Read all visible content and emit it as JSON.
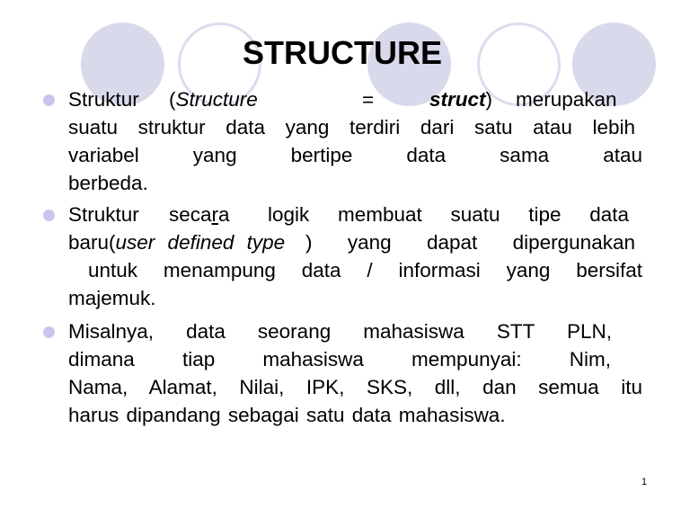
{
  "slide": {
    "title": "STRUCTURE",
    "page_number": "1",
    "colors": {
      "circle_fill": "#d9d9ec",
      "circle_outline": "#dcdced",
      "bullet": "#c6c6ef",
      "text": "#000000"
    },
    "bullets": [
      {
        "lines": [
          {
            "parts": [
              {
                "text": "Struktur (",
                "style": "normal"
              },
              {
                "text": "Structure",
                "style": "italic"
              },
              {
                "text": " = ",
                "style": "normal"
              },
              {
                "text": "struct",
                "style": "bold-italic"
              },
              {
                "text": ") merupakan",
                "style": "normal"
              }
            ]
          },
          {
            "text": "suatu struktur data yang terdiri dari satu atau lebih"
          },
          {
            "text": "variabel yang bertipe data sama atau"
          },
          {
            "text": "berbeda."
          }
        ]
      },
      {
        "lines": [
          {
            "parts": [
              {
                "text": "Struktur seca",
                "style": "normal"
              },
              {
                "text": "r",
                "style": "underline"
              },
              {
                "text": "a logik membuat suatu tipe data",
                "style": "normal"
              }
            ]
          },
          {
            "parts": [
              {
                "text": "baru(",
                "style": "normal"
              },
              {
                "text": "user defined type",
                "style": "italic"
              },
              {
                "text": ") yang dapat dipergunakan",
                "style": "normal"
              }
            ]
          },
          {
            "text": "untuk menampung data / informasi yang bersifat"
          },
          {
            "text": "majemuk."
          }
        ]
      },
      {
        "lines": [
          {
            "text": "Misalnya, data seorang mahasiswa STT PLN,"
          },
          {
            "text": "dimana tiap mahasiswa mempunyai: Nim,"
          },
          {
            "text": "Nama, Alamat, Nilai, IPK, SKS, dll, dan semua itu"
          },
          {
            "text": "harus dipandang sebagai satu data mahasiswa."
          }
        ]
      }
    ],
    "b1l1": {
      "a": "Struktur",
      "b": "(",
      "c": "Structure",
      "d": "=",
      "e": "struct",
      "f": ")",
      "g": "merupakan"
    },
    "b2l1": {
      "a": "Struktur",
      "b": "seca",
      "c": "r",
      "d": "a",
      "e": "logik membuat suatu tipe data"
    },
    "b2l2": {
      "a": "baru(",
      "b": "user defined type",
      "c": ") yang dapat dipergunakan"
    }
  }
}
